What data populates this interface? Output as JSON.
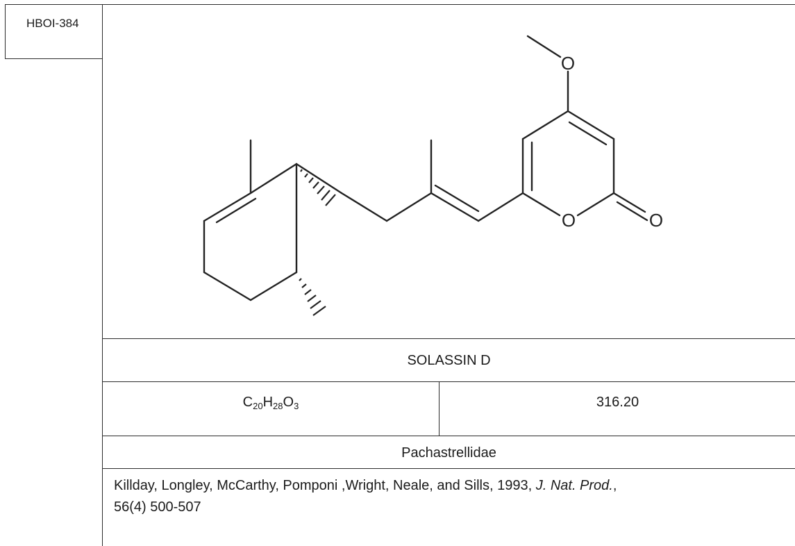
{
  "compound_id": "HBOI-384",
  "compound_name": "SOLASSIN D",
  "formula": {
    "parts": [
      {
        "el": "C",
        "n": "20"
      },
      {
        "el": "H",
        "n": "28"
      },
      {
        "el": "O",
        "n": "3"
      }
    ]
  },
  "mass": "316.20",
  "family": "Pachastrellidae",
  "reference": {
    "authors": "Killday, Longley, McCarthy, Pomponi ,Wright, Neale, and Sills,  1993, ",
    "journal": "J. Nat. Prod.",
    "after_journal": ",",
    "details": "56(4) 500-507"
  },
  "structure": {
    "atom_labels": {
      "methoxy_oxygen": "O",
      "ring_oxygen": "O",
      "carbonyl_oxygen": "O"
    }
  }
}
